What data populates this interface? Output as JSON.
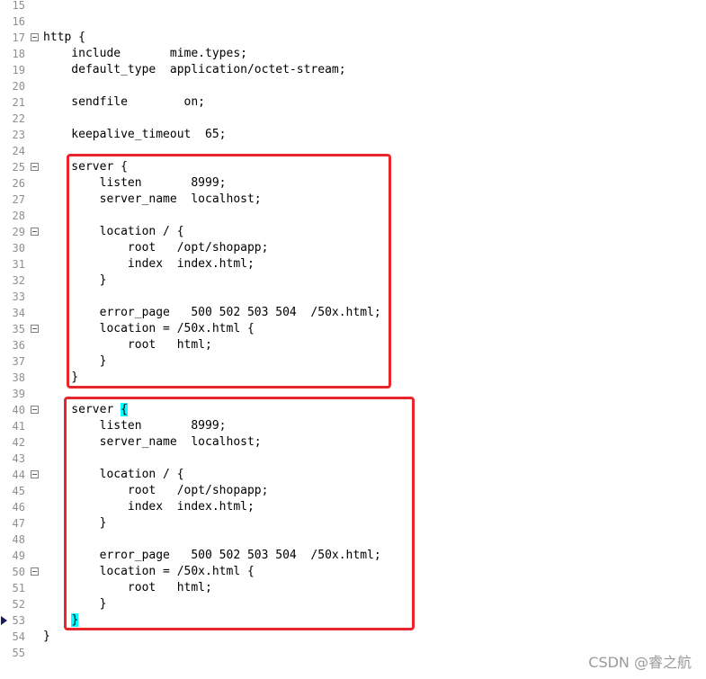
{
  "editor": {
    "lines": [
      {
        "n": "15",
        "text": "",
        "fold": false
      },
      {
        "n": "16",
        "text": "",
        "fold": false
      },
      {
        "n": "17",
        "text": "http {",
        "fold": true
      },
      {
        "n": "18",
        "text": "    include       mime.types;",
        "fold": false
      },
      {
        "n": "19",
        "text": "    default_type  application/octet-stream;",
        "fold": false
      },
      {
        "n": "20",
        "text": "",
        "fold": false
      },
      {
        "n": "21",
        "text": "    sendfile        on;",
        "fold": false
      },
      {
        "n": "22",
        "text": "",
        "fold": false
      },
      {
        "n": "23",
        "text": "    keepalive_timeout  65;",
        "fold": false
      },
      {
        "n": "24",
        "text": "",
        "fold": false
      },
      {
        "n": "25",
        "text": "    server {",
        "fold": true
      },
      {
        "n": "26",
        "text": "        listen       8999;",
        "fold": false
      },
      {
        "n": "27",
        "text": "        server_name  localhost;",
        "fold": false
      },
      {
        "n": "28",
        "text": "",
        "fold": false
      },
      {
        "n": "29",
        "text": "        location / {",
        "fold": true
      },
      {
        "n": "30",
        "text": "            root   /opt/shopapp;",
        "fold": false
      },
      {
        "n": "31",
        "text": "            index  index.html;",
        "fold": false
      },
      {
        "n": "32",
        "text": "        }",
        "fold": false
      },
      {
        "n": "33",
        "text": "",
        "fold": false
      },
      {
        "n": "34",
        "text": "        error_page   500 502 503 504  /50x.html;",
        "fold": false
      },
      {
        "n": "35",
        "text": "        location = /50x.html {",
        "fold": true
      },
      {
        "n": "36",
        "text": "            root   html;",
        "fold": false
      },
      {
        "n": "37",
        "text": "        }",
        "fold": false
      },
      {
        "n": "38",
        "text": "    }",
        "fold": false
      },
      {
        "n": "39",
        "text": "",
        "fold": false
      },
      {
        "n": "40",
        "text": "    server {",
        "fold": true,
        "highlight_brace": true
      },
      {
        "n": "41",
        "text": "        listen       8999;",
        "fold": false
      },
      {
        "n": "42",
        "text": "        server_name  localhost;",
        "fold": false
      },
      {
        "n": "43",
        "text": "",
        "fold": false
      },
      {
        "n": "44",
        "text": "        location / {",
        "fold": true
      },
      {
        "n": "45",
        "text": "            root   /opt/shopapp;",
        "fold": false
      },
      {
        "n": "46",
        "text": "            index  index.html;",
        "fold": false
      },
      {
        "n": "47",
        "text": "        }",
        "fold": false
      },
      {
        "n": "48",
        "text": "",
        "fold": false
      },
      {
        "n": "49",
        "text": "        error_page   500 502 503 504  /50x.html;",
        "fold": false
      },
      {
        "n": "50",
        "text": "        location = /50x.html {",
        "fold": true
      },
      {
        "n": "51",
        "text": "            root   html;",
        "fold": false
      },
      {
        "n": "52",
        "text": "        }",
        "fold": false
      },
      {
        "n": "53",
        "text": "    }",
        "fold": false,
        "highlight_brace": true,
        "current": true
      },
      {
        "n": "54",
        "text": "}",
        "fold": false
      },
      {
        "n": "55",
        "text": "",
        "fold": false
      }
    ],
    "brace_highlight_color": "#00ffff",
    "annotation_color": "#e8262b"
  },
  "watermark": "CSDN @睿之航"
}
